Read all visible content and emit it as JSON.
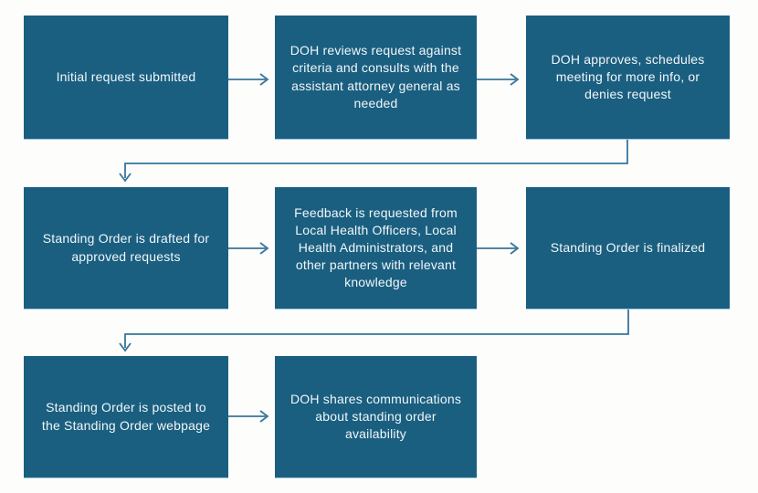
{
  "colors": {
    "background": "#FDFDFB",
    "box_fill": "#1A5F80",
    "box_edge_highlight": "#9FC6DC",
    "arrow": "#38759B",
    "text": "#F2F6F8"
  },
  "flowchart": {
    "steps": [
      {
        "label": "Initial request submitted"
      },
      {
        "label": "DOH reviews request against criteria and consults with the assistant attorney general as needed"
      },
      {
        "label": "DOH approves, schedules meeting for more info, or denies request"
      },
      {
        "label": "Standing Order is drafted for approved requests"
      },
      {
        "label": "Feedback is requested from Local Health Officers, Local Health Administrators, and other partners with relevant knowledge"
      },
      {
        "label": "Standing Order is finalized"
      },
      {
        "label": "Standing Order is posted to the Standing Order webpage"
      },
      {
        "label": "DOH shares communications about standing order availability"
      }
    ],
    "connections": [
      {
        "from": 1,
        "to": 2,
        "type": "arrow-right"
      },
      {
        "from": 2,
        "to": 3,
        "type": "arrow-right"
      },
      {
        "from": 3,
        "to": 4,
        "type": "elbow-down-left"
      },
      {
        "from": 4,
        "to": 5,
        "type": "arrow-right"
      },
      {
        "from": 5,
        "to": 6,
        "type": "arrow-right"
      },
      {
        "from": 6,
        "to": 7,
        "type": "elbow-down-left"
      },
      {
        "from": 7,
        "to": 8,
        "type": "arrow-right"
      }
    ]
  }
}
